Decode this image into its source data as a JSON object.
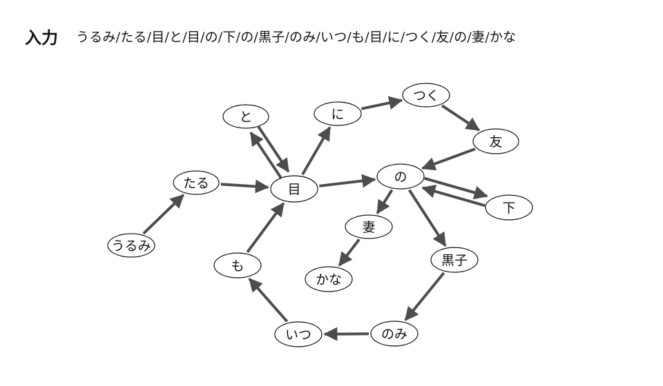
{
  "header": {
    "label": "入力",
    "text": "うるみ/たる/目/と/目/の/下/の/黒子/のみ/いつ/も/目/に/つく/友/の/妻/かな"
  },
  "colors": {
    "edge": "#4d4d4d",
    "node_stroke": "#111111",
    "node_fill": "#ffffff",
    "text": "#111111"
  },
  "graph": {
    "nodes": [
      {
        "id": "urumi",
        "label": "うるみ"
      },
      {
        "id": "taru",
        "label": "たる"
      },
      {
        "id": "me",
        "label": "目"
      },
      {
        "id": "to",
        "label": "と"
      },
      {
        "id": "ni",
        "label": "に"
      },
      {
        "id": "tsuku",
        "label": "つく"
      },
      {
        "id": "tomo",
        "label": "友"
      },
      {
        "id": "no",
        "label": "の"
      },
      {
        "id": "shita",
        "label": "下"
      },
      {
        "id": "tsuma",
        "label": "妻"
      },
      {
        "id": "kana",
        "label": "かな"
      },
      {
        "id": "hokuro",
        "label": "黒子"
      },
      {
        "id": "nomi",
        "label": "のみ"
      },
      {
        "id": "itsu",
        "label": "いつ"
      },
      {
        "id": "mo",
        "label": "も"
      }
    ],
    "edges": [
      {
        "from": "urumi",
        "to": "taru"
      },
      {
        "from": "taru",
        "to": "me"
      },
      {
        "from": "me",
        "to": "to"
      },
      {
        "from": "to",
        "to": "me"
      },
      {
        "from": "me",
        "to": "no"
      },
      {
        "from": "no",
        "to": "shita"
      },
      {
        "from": "shita",
        "to": "no"
      },
      {
        "from": "no",
        "to": "hokuro"
      },
      {
        "from": "hokuro",
        "to": "nomi"
      },
      {
        "from": "nomi",
        "to": "itsu"
      },
      {
        "from": "itsu",
        "to": "mo"
      },
      {
        "from": "mo",
        "to": "me"
      },
      {
        "from": "me",
        "to": "ni"
      },
      {
        "from": "ni",
        "to": "tsuku"
      },
      {
        "from": "tsuku",
        "to": "tomo"
      },
      {
        "from": "tomo",
        "to": "no"
      },
      {
        "from": "no",
        "to": "tsuma"
      },
      {
        "from": "tsuma",
        "to": "kana"
      }
    ]
  }
}
